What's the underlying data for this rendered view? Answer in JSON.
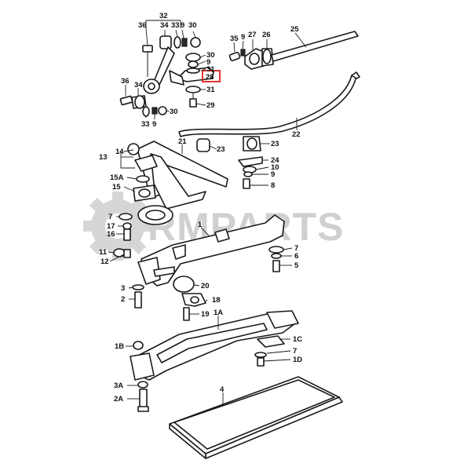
{
  "watermark": {
    "text": "RMPARTS",
    "color": "#cfcfcf"
  },
  "highlight": {
    "label": "28",
    "color": "#e00000"
  },
  "callouts": [
    {
      "id": "c32",
      "text": "32"
    },
    {
      "id": "c36a",
      "text": "36"
    },
    {
      "id": "c34a",
      "text": "34"
    },
    {
      "id": "c33a",
      "text": "33"
    },
    {
      "id": "c9a",
      "text": "9"
    },
    {
      "id": "c30a",
      "text": "30"
    },
    {
      "id": "c35",
      "text": "35"
    },
    {
      "id": "c9b",
      "text": "9"
    },
    {
      "id": "c27",
      "text": "27"
    },
    {
      "id": "c26",
      "text": "26"
    },
    {
      "id": "c25",
      "text": "25"
    },
    {
      "id": "c30b",
      "text": "30"
    },
    {
      "id": "c9c",
      "text": "9"
    },
    {
      "id": "c31a",
      "text": "31"
    },
    {
      "id": "c28",
      "text": "28"
    },
    {
      "id": "c31b",
      "text": "31"
    },
    {
      "id": "c36b",
      "text": "36"
    },
    {
      "id": "c34b",
      "text": "34"
    },
    {
      "id": "c29",
      "text": "29"
    },
    {
      "id": "c30c",
      "text": "30"
    },
    {
      "id": "c33b",
      "text": "33"
    },
    {
      "id": "c9d",
      "text": "9"
    },
    {
      "id": "c22",
      "text": "22"
    },
    {
      "id": "c21",
      "text": "21"
    },
    {
      "id": "c23a",
      "text": "23"
    },
    {
      "id": "c23b",
      "text": "23"
    },
    {
      "id": "c14",
      "text": "14"
    },
    {
      "id": "c13",
      "text": "13"
    },
    {
      "id": "c24",
      "text": "24"
    },
    {
      "id": "c10",
      "text": "10"
    },
    {
      "id": "c9e",
      "text": "9"
    },
    {
      "id": "c8",
      "text": "8"
    },
    {
      "id": "c15A",
      "text": "15A"
    },
    {
      "id": "c15",
      "text": "15"
    },
    {
      "id": "c1",
      "text": "1"
    },
    {
      "id": "c7a",
      "text": "7"
    },
    {
      "id": "c17",
      "text": "17"
    },
    {
      "id": "c16",
      "text": "16"
    },
    {
      "id": "c11",
      "text": "11"
    },
    {
      "id": "c12",
      "text": "12"
    },
    {
      "id": "c7b",
      "text": "7"
    },
    {
      "id": "c6",
      "text": "6"
    },
    {
      "id": "c5",
      "text": "5"
    },
    {
      "id": "c3",
      "text": "3"
    },
    {
      "id": "c20",
      "text": "20"
    },
    {
      "id": "c2",
      "text": "2"
    },
    {
      "id": "c18",
      "text": "18"
    },
    {
      "id": "c19",
      "text": "19"
    },
    {
      "id": "c1A",
      "text": "1A"
    },
    {
      "id": "c1B",
      "text": "1B"
    },
    {
      "id": "c1C",
      "text": "1C"
    },
    {
      "id": "c7c",
      "text": "7"
    },
    {
      "id": "c1D",
      "text": "1D"
    },
    {
      "id": "c3A",
      "text": "3A"
    },
    {
      "id": "c2A",
      "text": "2A"
    },
    {
      "id": "c4",
      "text": "4"
    }
  ]
}
